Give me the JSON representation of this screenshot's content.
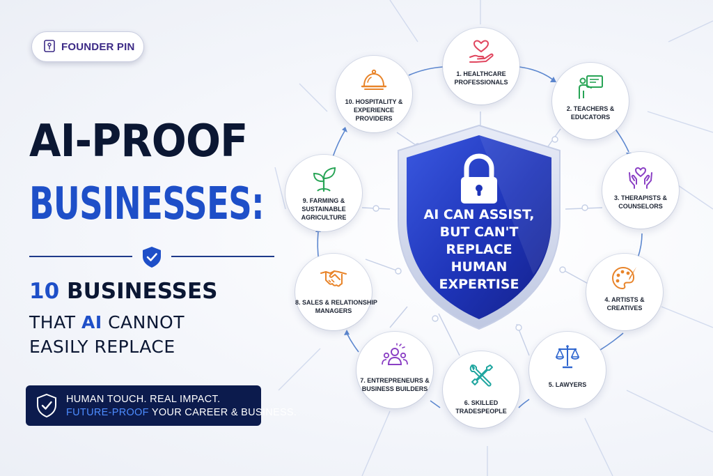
{
  "logo": {
    "text": "FOUNDER PIN"
  },
  "headline": {
    "line1": "AI-PROOF",
    "line2": "BUSINESSES:"
  },
  "subheadline": {
    "number": "10",
    "line1_rest": "BUSINESSES",
    "line2_prefix": "THAT",
    "line2_highlight": "AI",
    "line2_suffix": "CANNOT",
    "line3": "EASILY REPLACE"
  },
  "banner": {
    "line1": "HUMAN TOUCH. REAL IMPACT.",
    "line2_highlight": "FUTURE-PROOF",
    "line2_rest": "YOUR CAREER & BUSINESS."
  },
  "center": {
    "lines": [
      "AI CAN ASSIST,",
      "BUT CAN'T",
      "REPLACE",
      "HUMAN",
      "EXPERTISE"
    ]
  },
  "nodes": [
    {
      "label_lines": [
        "1. HEALTHCARE",
        "PROFESSIONALS"
      ],
      "icon": "heart-hand-icon",
      "color": "#e0455e"
    },
    {
      "label_lines": [
        "2. TEACHERS &",
        "EDUCATORS"
      ],
      "icon": "teacher-board-icon",
      "color": "#27a455"
    },
    {
      "label_lines": [
        "3. THERAPISTS &",
        "COUNSELORS"
      ],
      "icon": "caring-hands-icon",
      "color": "#8a3fc4"
    },
    {
      "label_lines": [
        "4. ARTISTS &",
        "CREATIVES"
      ],
      "icon": "palette-icon",
      "color": "#e8842a"
    },
    {
      "label_lines": [
        "5. LAWYERS"
      ],
      "icon": "scales-icon",
      "color": "#2f66cf"
    },
    {
      "label_lines": [
        "6. SKILLED",
        "TRADESPEOPLE"
      ],
      "icon": "tools-icon",
      "color": "#20a6a0"
    },
    {
      "label_lines": [
        "7. ENTREPRENEURS &",
        "BUSINESS BUILDERS"
      ],
      "icon": "team-icon",
      "color": "#8a3fc4"
    },
    {
      "label_lines": [
        "8. SALES & RELATIONSHIP",
        "MANAGERS"
      ],
      "icon": "handshake-icon",
      "color": "#e8842a"
    },
    {
      "label_lines": [
        "9. FARMING &",
        "SUSTAINABLE",
        "AGRICULTURE"
      ],
      "icon": "sprout-icon",
      "color": "#27a455"
    },
    {
      "label_lines": [
        "10. HOSPITALITY &",
        "EXPERIENCE",
        "PROVIDERS"
      ],
      "icon": "cloche-icon",
      "color": "#e8842a"
    }
  ],
  "colors": {
    "navy": "#0b1733",
    "accent_blue": "#1e4fc8",
    "banner_bg": "#0c1b4d",
    "banner_highlight": "#4d8cff"
  }
}
